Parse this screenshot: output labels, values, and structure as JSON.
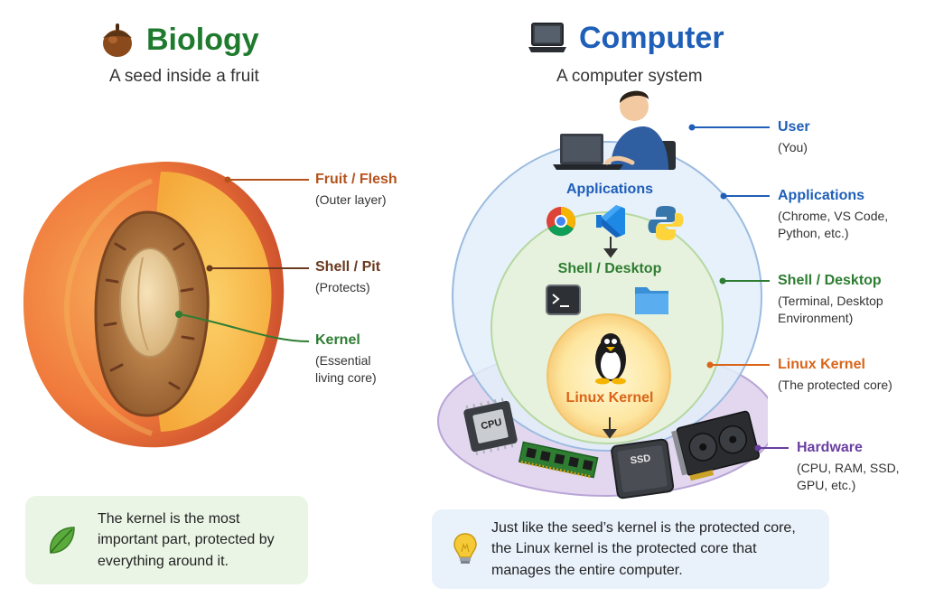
{
  "biology": {
    "title": "Biology",
    "subtitle": "A seed inside a fruit",
    "labels": [
      {
        "title": "Fruit / Flesh",
        "desc": "(Outer layer)"
      },
      {
        "title": "Shell / Pit",
        "desc": "(Protects)"
      },
      {
        "title": "Kernel",
        "desc": "(Essential\nliving core)"
      }
    ],
    "note": "The kernel is the most\nimportant part, protected by\neverything around it."
  },
  "computer": {
    "title": "Computer",
    "subtitle": "A computer system",
    "rings": {
      "applications": "Applications",
      "shell": "Shell / Desktop",
      "kernel": "Linux Kernel",
      "cpu": "CPU",
      "ssd": "SSD"
    },
    "labels": [
      {
        "title": "User",
        "desc": "(You)"
      },
      {
        "title": "Applications",
        "desc": "(Chrome, VS Code,\nPython, etc.)"
      },
      {
        "title": "Shell / Desktop",
        "desc": "(Terminal, Desktop\nEnvironment)"
      },
      {
        "title": "Linux Kernel",
        "desc": "(The protected core)"
      },
      {
        "title": "Hardware",
        "desc": "(CPU, RAM, SSD,\nGPU, etc.)"
      }
    ],
    "note": "Just like the seed’s kernel is the protected core,\nthe Linux kernel is the protected core that\nmanages the entire computer."
  },
  "colors": {
    "fruit": "#b5531c",
    "shell": "#6b3a1f",
    "kernel_bio": "#2e7d32",
    "user": "#1f5fb8",
    "applications": "#1f5fb8",
    "shell_desktop": "#2e7d32",
    "linux_kernel": "#d9641a",
    "hardware": "#6a3fa0",
    "computer_title": "#1f5fb8",
    "biology_title": "#1f7a2e"
  },
  "icons": [
    "acorn-icon",
    "laptop-icon",
    "leaf-icon",
    "lightbulb-icon",
    "chrome-icon",
    "vscode-icon",
    "python-icon",
    "terminal-icon",
    "folder-icon",
    "tux-icon",
    "cpu-icon",
    "ram-icon",
    "ssd-icon",
    "gpu-icon"
  ]
}
